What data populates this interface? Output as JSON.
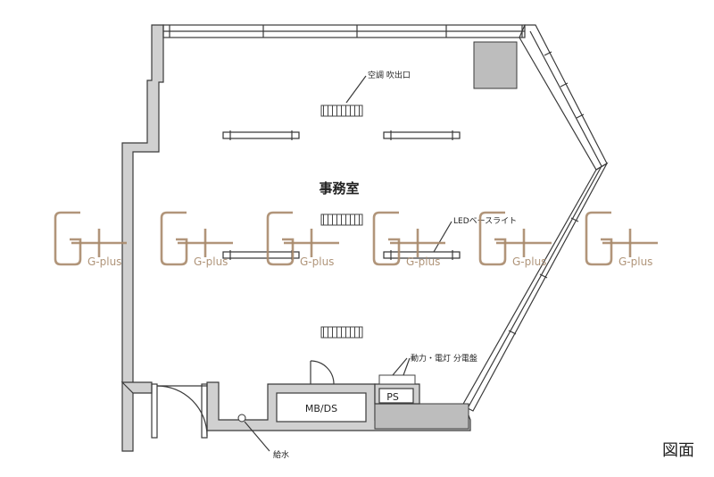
{
  "room_label": "事務室",
  "labels": {
    "ac_outlet": "空調 吹出口",
    "led_light": "LEDベースライト",
    "panel": "動力・電灯 分電盤",
    "mbds": "MB/DS",
    "ps": "PS",
    "water": "給水"
  },
  "watermark": {
    "text": "G-plus",
    "count": 6
  },
  "drawing_label": "図面"
}
